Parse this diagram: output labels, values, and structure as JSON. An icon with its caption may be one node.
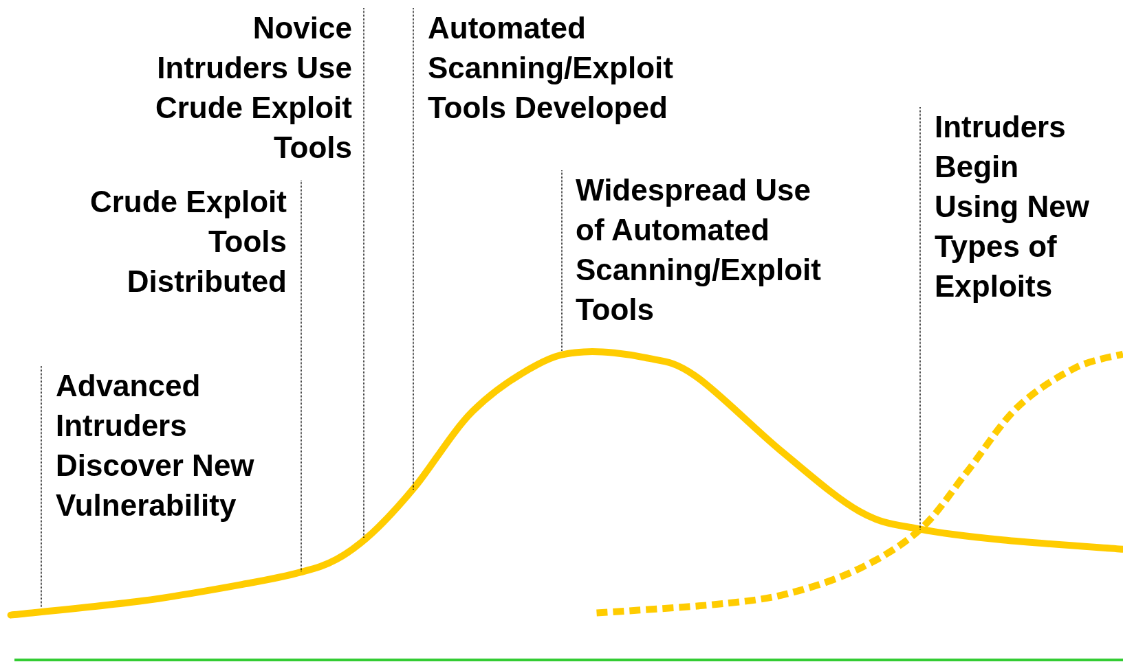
{
  "diagram": {
    "nodes": [
      {
        "text": [
          "Novice Intruders Use Crude Exploit Tools"
        ]
      },
      {
        "text": [
          "Automated Scanning/Exploit Tools Developed"
        ]
      },
      {
        "text": [
          "Crude Exploit Tools Distributed"
        ]
      },
      {
        "text": [
          "Widespread Use of Automated Scanning/Exploit Tools"
        ]
      },
      {
        "text": [
          "Intruders Begin Using New Types of Exploits"
        ]
      },
      {
        "text": [
          "Advanced Intruders Discover New Vulnerability"
        ]
      }
    ],
    "edges": [
      {
        "from": 0,
        "to": null,
        "arrow": "none"
      },
      {
        "from": 1,
        "to": null,
        "arrow": "none"
      },
      {
        "from": 2,
        "to": null,
        "arrow": "none"
      },
      {
        "from": 3,
        "to": null,
        "arrow": "none"
      },
      {
        "from": 4,
        "to": null,
        "arrow": "none"
      },
      {
        "from": 5,
        "to": null,
        "arrow": "none"
      }
    ]
  }
}
